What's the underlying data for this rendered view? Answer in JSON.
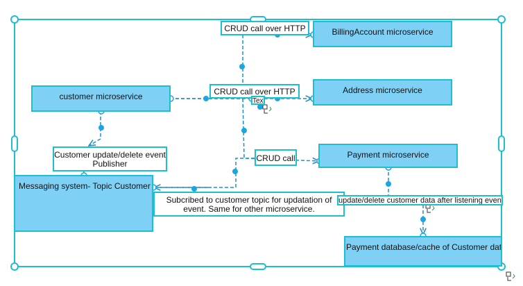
{
  "nodes": {
    "billing": "BillingAccount microservice",
    "address": "Address microservice",
    "customer": "customer microservice",
    "payment": "Payment microservice",
    "messaging": "Messaging system- Topic Customer",
    "payment_db": "Payment database/cache of Customer data"
  },
  "edge_labels": {
    "crud_top": "CRUD call over HTTP",
    "crud_middle": "CRUD call over HTTP",
    "crud_short": "CRUD call",
    "text_placeholder": "Text",
    "publisher": "Customer update/delete event Publisher",
    "subscribed": "Subcribed to customer topic for updatation of event. Same for other microservice.",
    "update_listen": "update/delete customer data after listening event"
  },
  "colors": {
    "box_fill": "#7fd0f5",
    "box_border": "#1bbfd0",
    "connector": "#1f8fc8",
    "handle": "#1ba6e0",
    "rotate_handle": "#f5a623"
  },
  "icons": [
    "resize-corner-icon",
    "rotate-icon"
  ]
}
